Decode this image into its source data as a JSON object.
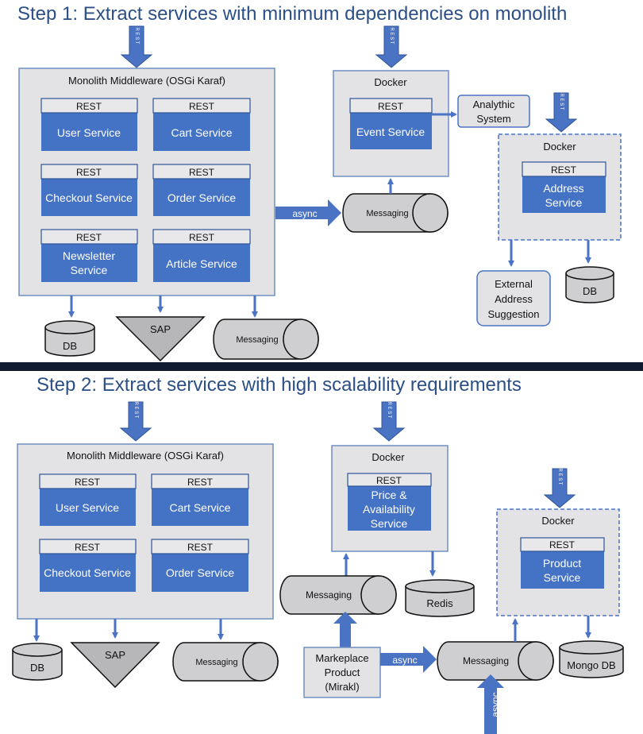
{
  "colors": {
    "title": "#2b4f86",
    "frame": "#e3e3e6",
    "frame_border": "#6f8fc1",
    "service": "#4472c4",
    "rest_fill": "#e8e8ea",
    "arrow": "#4a73c4",
    "cylinder": "#cfcfd1",
    "divider": "#0f1c2f"
  },
  "step1": {
    "title": "Step 1: Extract services with minimum dependencies on monolith",
    "rest_arrow_label": "R E S T",
    "monolith_title": "Monolith Middleware (OSGi Karaf)",
    "services": [
      {
        "rest": "REST",
        "name": "User Service"
      },
      {
        "rest": "REST",
        "name": "Cart Service"
      },
      {
        "rest": "REST",
        "name": "Checkout Service"
      },
      {
        "rest": "REST",
        "name": "Order Service"
      },
      {
        "rest": "REST",
        "name": "Newsletter Service"
      },
      {
        "rest": "REST",
        "name": "Article Service"
      }
    ],
    "db_label": "DB",
    "sap_label": "SAP",
    "messaging_label": "Messaging",
    "docker1_title": "Docker",
    "event_rest": "REST",
    "event_service": "Event Service",
    "analytics": "Analythic System",
    "async_label": "async",
    "msg2_label": "Messaging",
    "docker2_title": "Docker",
    "address_rest": "REST",
    "address_service": "Address Service",
    "external": "External Address Suggestion",
    "db2_label": "DB"
  },
  "step2": {
    "title": "Step 2: Extract services with high scalability requirements",
    "rest_arrow_label": "R E S T",
    "monolith_title": "Monolith Middleware (OSGi Karaf)",
    "services": [
      {
        "rest": "REST",
        "name": "User Service"
      },
      {
        "rest": "REST",
        "name": "Cart Service"
      },
      {
        "rest": "REST",
        "name": "Checkout Service"
      },
      {
        "rest": "REST",
        "name": "Order Service"
      }
    ],
    "db_label": "DB",
    "sap_label": "SAP",
    "messaging_label": "Messaging",
    "docker1_title": "Docker",
    "price_rest": "REST",
    "price_service": "Price & Availability Service",
    "msg_left_label": "Messaging",
    "redis_label": "Redis",
    "marketplace": "Markeplace Product (Mirakl)",
    "async_label": "async",
    "msg_right_label": "Messaging",
    "async_vertical_label": "async",
    "docker2_title": "Docker",
    "product_rest": "REST",
    "product_service": "Product Service",
    "mongo_label": "Mongo DB"
  }
}
